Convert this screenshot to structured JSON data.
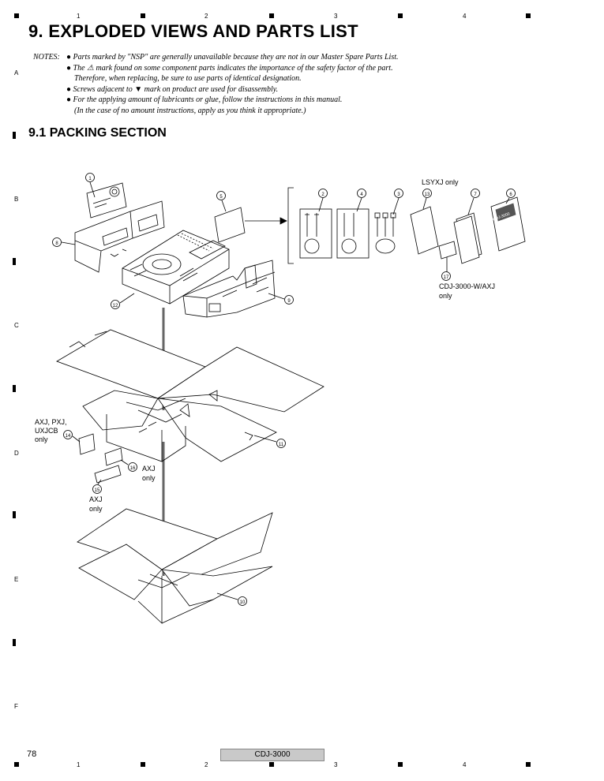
{
  "header": {
    "columns": [
      "1",
      "2",
      "3",
      "4"
    ],
    "rows": [
      "A",
      "B",
      "C",
      "D",
      "E",
      "F"
    ]
  },
  "page_title": "9. EXPLODED VIEWS AND PARTS LIST",
  "notes": {
    "label": "NOTES:",
    "lines": [
      "● Parts marked by \"NSP\" are generally unavailable because they are not in our Master Spare Parts List.",
      "● The ⚠ mark found on some component parts indicates the importance of the safety factor of the part.",
      "Therefore, when replacing, be sure to use parts of identical designation.",
      "● Screws adjacent to ▼ mark on product are used for disassembly.",
      "● For the applying amount of lubricants or glue, follow the instructions in this manual.",
      "(In the case of no amount instructions, apply as you think it appropriate.)"
    ]
  },
  "section_title": "9.1  PACKING SECTION",
  "callouts": [
    "1",
    "2",
    "3",
    "4",
    "5",
    "6",
    "7",
    "8",
    "9",
    "10",
    "11",
    "12",
    "13",
    "14",
    "15",
    "16",
    "17"
  ],
  "labels": {
    "lsyxj_only": "LSYXJ only",
    "cdj_w_axj": "CDJ-3000-W/AXJ",
    "only_17": "only",
    "axj_pxj": "AXJ, PXJ,",
    "uxjcb": "UXJCB",
    "only_14": "only",
    "axj_16": "AXJ",
    "only_16": "only",
    "axj_15": "AXJ",
    "only_15": "only",
    "manual_text": "CDJ-3000"
  },
  "footer": {
    "page_number": "78",
    "model": "CDJ-3000"
  }
}
